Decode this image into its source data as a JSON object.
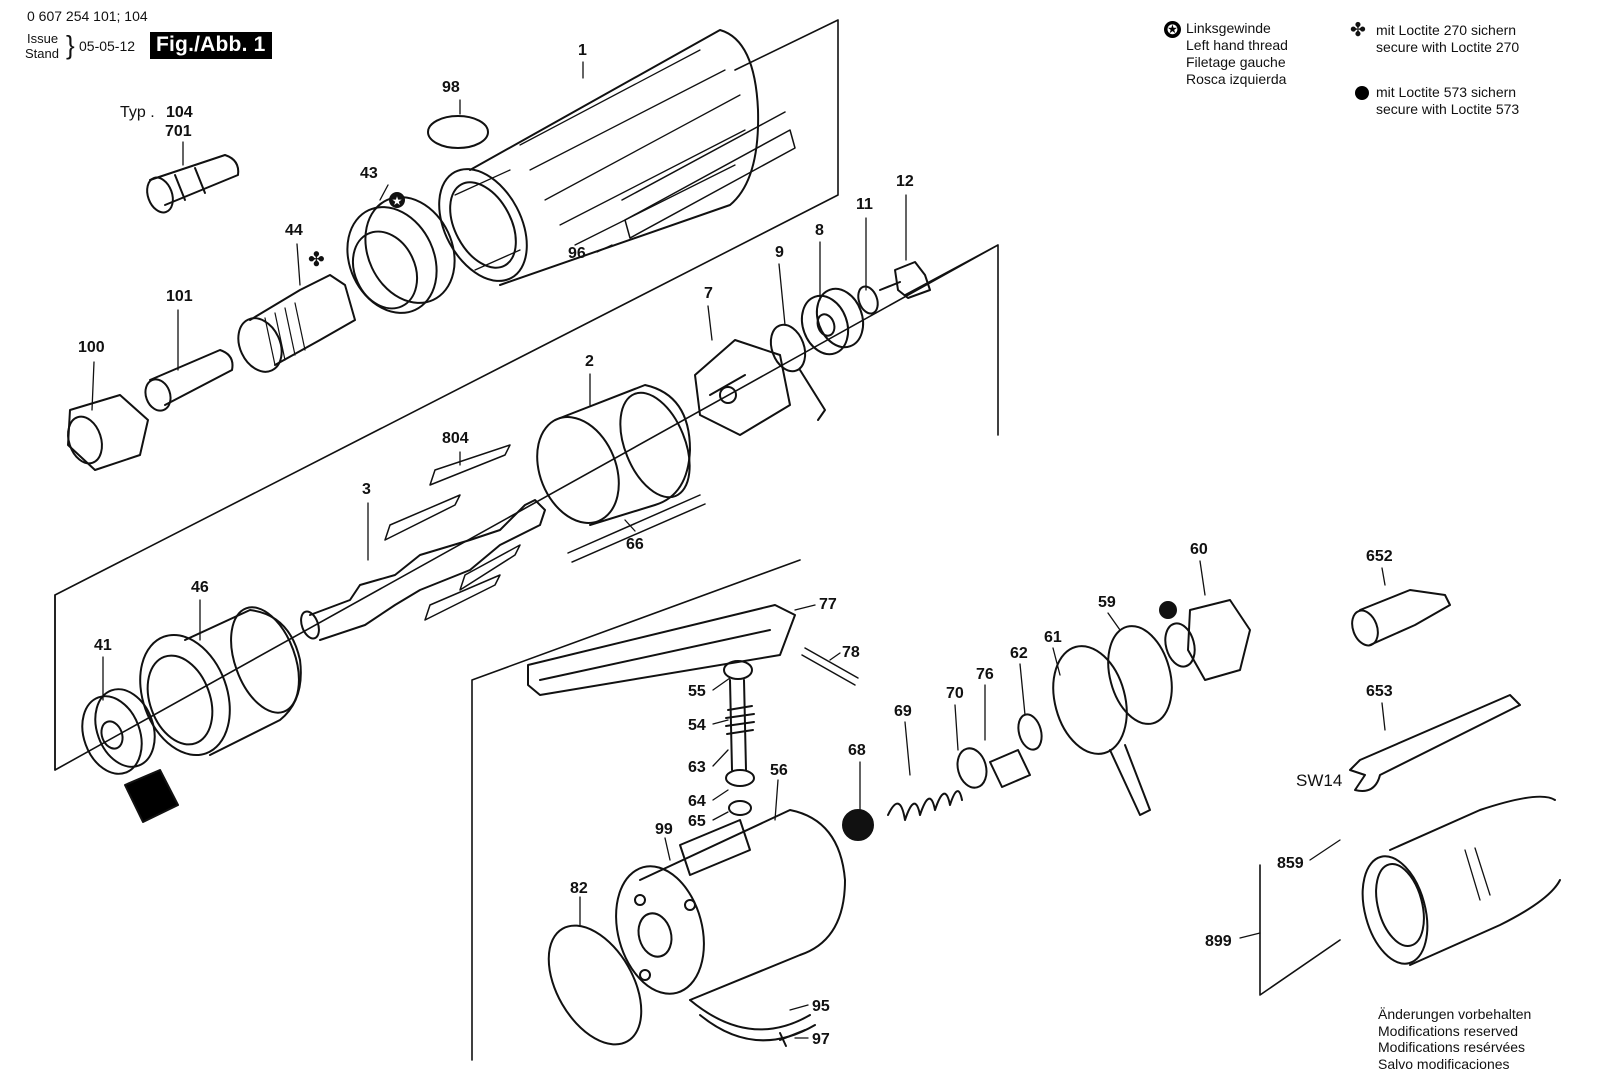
{
  "header": {
    "part_number": "0 607 254 101; 104",
    "issue_label": "Issue",
    "stand_label": "Stand",
    "date": "05-05-12",
    "figure": "Fig./Abb. 1",
    "typ_label": "Typ .",
    "typ_value": "104"
  },
  "legend": {
    "left_hand": [
      "Linksgewinde",
      "Left hand thread",
      "Filetage gauche",
      "Rosca izquierda"
    ],
    "loctite_270": [
      "mit Loctite 270 sichern",
      "secure with Loctite 270"
    ],
    "loctite_573": [
      "mit Loctite 573 sichern",
      "secure with Loctite 573"
    ]
  },
  "footer": [
    "Änderungen vorbehalten",
    "Modifications reserved",
    "Modifications resérvées",
    "Salvo modificaciones"
  ],
  "wrench_size": "SW14",
  "part_labels": {
    "p1": "1",
    "p98": "98",
    "p43": "43",
    "p96": "96",
    "p701": "701",
    "p44": "44",
    "p101": "101",
    "p100": "100",
    "p12": "12",
    "p11": "11",
    "p8": "8",
    "p9": "9",
    "p7": "7",
    "p2": "2",
    "p804": "804",
    "p3": "3",
    "p66": "66",
    "p46": "46",
    "p41": "41",
    "p77": "77",
    "p78": "78",
    "p55": "55",
    "p54": "54",
    "p63": "63",
    "p64": "64",
    "p65": "65",
    "p56": "56",
    "p99": "99",
    "p82": "82",
    "p95": "95",
    "p97": "97",
    "p68": "68",
    "p69": "69",
    "p70": "70",
    "p76": "76",
    "p62": "62",
    "p61": "61",
    "p59": "59",
    "p60": "60",
    "p652": "652",
    "p653": "653",
    "p859": "859",
    "p899": "899"
  }
}
